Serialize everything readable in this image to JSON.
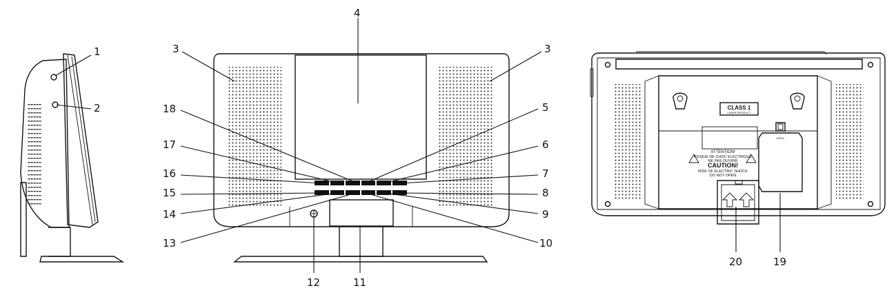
{
  "callouts": {
    "c1": "1",
    "c2": "2",
    "c3a": "3",
    "c3b": "3",
    "c4": "4",
    "c5": "5",
    "c6": "6",
    "c7": "7",
    "c8": "8",
    "c9": "9",
    "c10": "10",
    "c11": "11",
    "c12": "12",
    "c13": "13",
    "c14": "14",
    "c15": "15",
    "c16": "16",
    "c17": "17",
    "c18": "18",
    "c19": "19",
    "c20": "20"
  },
  "back_panel": {
    "class_label": "CLASS 1",
    "class_sub": "LASER PRODUCT",
    "open_label": "OPEN",
    "attention": "ATTENTION!",
    "risque": "RISQUE DE CHOC ELECTRIQUE",
    "ne_pas": "NE PAS OUVRIR",
    "caution": "CAUTION!",
    "risk": "RISK OF ELECTRIC SHOCK",
    "do_not": "DO NOT OPEN"
  }
}
